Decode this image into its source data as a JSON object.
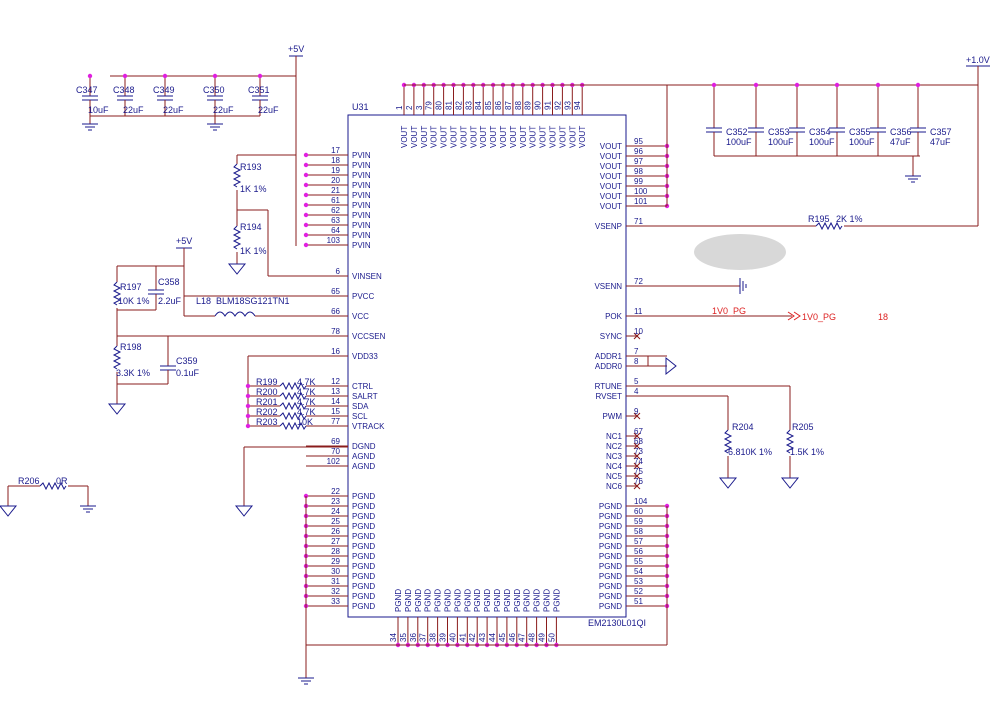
{
  "chip": {
    "ref": "U31",
    "part": "EM2130L01QI",
    "left_pins": [
      {
        "num": "17",
        "name": "PVIN"
      },
      {
        "num": "18",
        "name": "PVIN"
      },
      {
        "num": "19",
        "name": "PVIN"
      },
      {
        "num": "20",
        "name": "PVIN"
      },
      {
        "num": "21",
        "name": "PVIN"
      },
      {
        "num": "61",
        "name": "PVIN"
      },
      {
        "num": "62",
        "name": "PVIN"
      },
      {
        "num": "63",
        "name": "PVIN"
      },
      {
        "num": "64",
        "name": "PVIN"
      },
      {
        "num": "103",
        "name": "PVIN"
      },
      {
        "num": "6",
        "name": "VINSEN"
      },
      {
        "num": "65",
        "name": "PVCC"
      },
      {
        "num": "66",
        "name": "VCC"
      },
      {
        "num": "78",
        "name": "VCCSEN"
      },
      {
        "num": "16",
        "name": "VDD33"
      },
      {
        "num": "12",
        "name": "CTRL"
      },
      {
        "num": "13",
        "name": "SALRT"
      },
      {
        "num": "14",
        "name": "SDA"
      },
      {
        "num": "15",
        "name": "SCL"
      },
      {
        "num": "77",
        "name": "VTRACK"
      },
      {
        "num": "69",
        "name": "DGND"
      },
      {
        "num": "70",
        "name": "AGND"
      },
      {
        "num": "102",
        "name": "AGND"
      },
      {
        "num": "22",
        "name": "PGND"
      },
      {
        "num": "23",
        "name": "PGND"
      },
      {
        "num": "24",
        "name": "PGND"
      },
      {
        "num": "25",
        "name": "PGND"
      },
      {
        "num": "26",
        "name": "PGND"
      },
      {
        "num": "27",
        "name": "PGND"
      },
      {
        "num": "28",
        "name": "PGND"
      },
      {
        "num": "29",
        "name": "PGND"
      },
      {
        "num": "30",
        "name": "PGND"
      },
      {
        "num": "31",
        "name": "PGND"
      },
      {
        "num": "32",
        "name": "PGND"
      },
      {
        "num": "33",
        "name": "PGND"
      }
    ],
    "right_pins": [
      {
        "num": "95",
        "name": "VOUT"
      },
      {
        "num": "96",
        "name": "VOUT"
      },
      {
        "num": "97",
        "name": "VOUT"
      },
      {
        "num": "98",
        "name": "VOUT"
      },
      {
        "num": "99",
        "name": "VOUT"
      },
      {
        "num": "100",
        "name": "VOUT"
      },
      {
        "num": "101",
        "name": "VOUT"
      },
      {
        "num": "71",
        "name": "VSENP"
      },
      {
        "num": "72",
        "name": "VSENN"
      },
      {
        "num": "11",
        "name": "POK"
      },
      {
        "num": "10",
        "name": "SYNC"
      },
      {
        "num": "7",
        "name": "ADDR1"
      },
      {
        "num": "8",
        "name": "ADDR0"
      },
      {
        "num": "5",
        "name": "RTUNE"
      },
      {
        "num": "4",
        "name": "RVSET"
      },
      {
        "num": "9",
        "name": "PWM"
      },
      {
        "num": "67",
        "name": "NC1"
      },
      {
        "num": "68",
        "name": "NC2"
      },
      {
        "num": "73",
        "name": "NC3"
      },
      {
        "num": "74",
        "name": "NC4"
      },
      {
        "num": "75",
        "name": "NC5"
      },
      {
        "num": "76",
        "name": "NC6"
      },
      {
        "num": "104",
        "name": "PGND"
      },
      {
        "num": "60",
        "name": "PGND"
      },
      {
        "num": "59",
        "name": "PGND"
      },
      {
        "num": "58",
        "name": "PGND"
      },
      {
        "num": "57",
        "name": "PGND"
      },
      {
        "num": "56",
        "name": "PGND"
      },
      {
        "num": "55",
        "name": "PGND"
      },
      {
        "num": "54",
        "name": "PGND"
      },
      {
        "num": "53",
        "name": "PGND"
      },
      {
        "num": "52",
        "name": "PGND"
      },
      {
        "num": "51",
        "name": "PGND"
      }
    ],
    "top_pins": [
      {
        "num": "1",
        "name": "VOUT"
      },
      {
        "num": "2",
        "name": "VOUT"
      },
      {
        "num": "3",
        "name": "VOUT"
      },
      {
        "num": "79",
        "name": "VOUT"
      },
      {
        "num": "80",
        "name": "VOUT"
      },
      {
        "num": "81",
        "name": "VOUT"
      },
      {
        "num": "82",
        "name": "VOUT"
      },
      {
        "num": "83",
        "name": "VOUT"
      },
      {
        "num": "84",
        "name": "VOUT"
      },
      {
        "num": "85",
        "name": "VOUT"
      },
      {
        "num": "86",
        "name": "VOUT"
      },
      {
        "num": "87",
        "name": "VOUT"
      },
      {
        "num": "88",
        "name": "VOUT"
      },
      {
        "num": "89",
        "name": "VOUT"
      },
      {
        "num": "90",
        "name": "VOUT"
      },
      {
        "num": "91",
        "name": "VOUT"
      },
      {
        "num": "92",
        "name": "VOUT"
      },
      {
        "num": "93",
        "name": "VOUT"
      },
      {
        "num": "94",
        "name": "VOUT"
      }
    ],
    "bottom_pins": [
      {
        "num": "34",
        "name": "PGND"
      },
      {
        "num": "35",
        "name": "PGND"
      },
      {
        "num": "36",
        "name": "PGND"
      },
      {
        "num": "37",
        "name": "PGND"
      },
      {
        "num": "38",
        "name": "PGND"
      },
      {
        "num": "39",
        "name": "PGND"
      },
      {
        "num": "40",
        "name": "PGND"
      },
      {
        "num": "41",
        "name": "PGND"
      },
      {
        "num": "42",
        "name": "PGND"
      },
      {
        "num": "43",
        "name": "PGND"
      },
      {
        "num": "44",
        "name": "PGND"
      },
      {
        "num": "45",
        "name": "PGND"
      },
      {
        "num": "46",
        "name": "PGND"
      },
      {
        "num": "47",
        "name": "PGND"
      },
      {
        "num": "48",
        "name": "PGND"
      },
      {
        "num": "49",
        "name": "PGND"
      },
      {
        "num": "50",
        "name": "PGND"
      }
    ]
  },
  "rails": {
    "p5v_a": "+5V",
    "p5v_b": "+5V",
    "p1v0": "+1.0V"
  },
  "input_caps": [
    {
      "ref": "C347",
      "value": "10uF"
    },
    {
      "ref": "C348",
      "value": "22uF"
    },
    {
      "ref": "C349",
      "value": "22uF"
    },
    {
      "ref": "C350",
      "value": "22uF"
    },
    {
      "ref": "C351",
      "value": "22uF"
    }
  ],
  "output_caps": [
    {
      "ref": "C352",
      "value": "100uF"
    },
    {
      "ref": "C353",
      "value": "100uF"
    },
    {
      "ref": "C354",
      "value": "100uF"
    },
    {
      "ref": "C355",
      "value": "100uF"
    },
    {
      "ref": "C356",
      "value": "47uF"
    },
    {
      "ref": "C357",
      "value": "47uF"
    }
  ],
  "parts": {
    "r193_ref": "R193",
    "r193_val": "1K 1%",
    "r194_ref": "R194",
    "r194_val": "1K 1%",
    "r197_ref": "R197",
    "r197_val": "10K 1%",
    "c358_ref": "C358",
    "c358_val": "2.2uF",
    "l18_ref": "L18",
    "l18_val": "BLM18SG121TN1",
    "r198_ref": "R198",
    "r198_val": "3.3K 1%",
    "c359_ref": "C359",
    "c359_val": "0.1uF",
    "r195_ref": "R195",
    "r195_val": "2K 1%",
    "r204_ref": "R204",
    "r204_val": "6.810K 1%",
    "r205_ref": "R205",
    "r205_val": "1.5K 1%",
    "r206_ref": "R206",
    "r206_val": "0R"
  },
  "ctrl_resistors": [
    {
      "ref": "R199",
      "value": "4.7K"
    },
    {
      "ref": "R200",
      "value": "4.7K"
    },
    {
      "ref": "R201",
      "value": "4.7K"
    },
    {
      "ref": "R202",
      "value": "4.7K"
    },
    {
      "ref": "R203",
      "value": "10K"
    }
  ],
  "net": {
    "pok_label": "1V0_PG",
    "pok_port": "1V0_PG",
    "sheet_ref": "18"
  }
}
